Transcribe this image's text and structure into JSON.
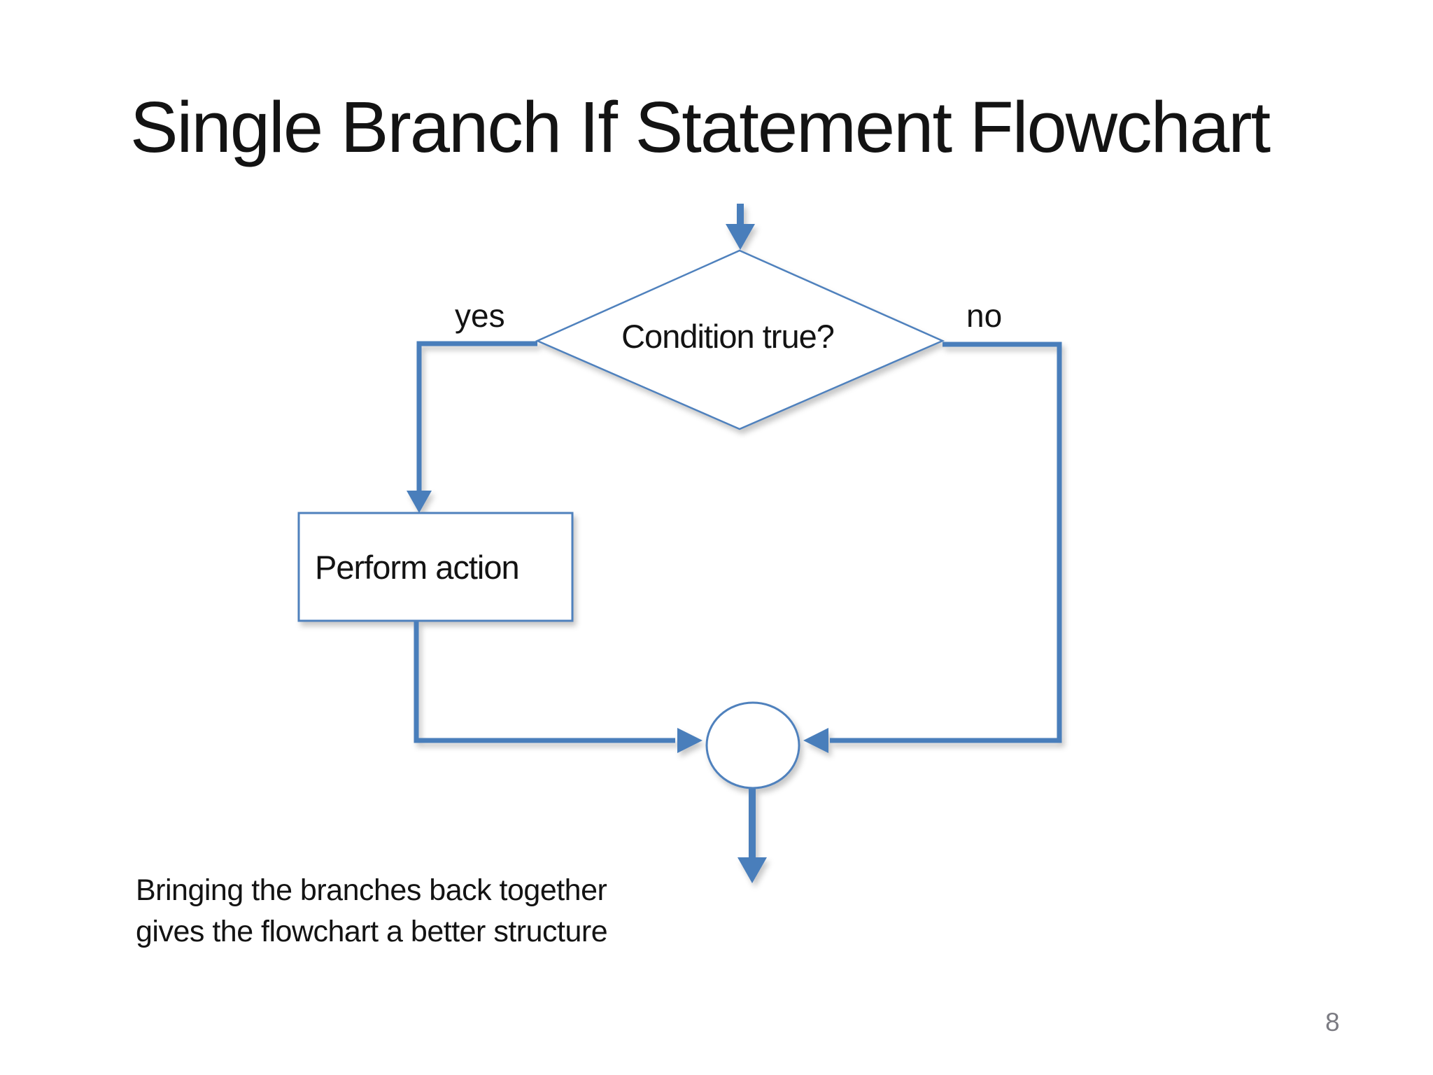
{
  "slide": {
    "title": "Single Branch If Statement Flowchart",
    "caption": {
      "line1": "Bringing the branches back together",
      "line2": "gives the flowchart a better structure"
    },
    "page_number": "8"
  },
  "flowchart": {
    "decision": {
      "label": "Condition true?"
    },
    "branches": {
      "yes_label": "yes",
      "no_label": "no"
    },
    "process": {
      "label": "Perform action"
    }
  },
  "theme": {
    "background_color": "#ffffff",
    "text_color": "#131313",
    "connector_color": "#4a7ebb",
    "shape_stroke_color": "#4f81bd",
    "shape_fill_color": "#ffffff",
    "page_number_color": "#7b7b82"
  }
}
